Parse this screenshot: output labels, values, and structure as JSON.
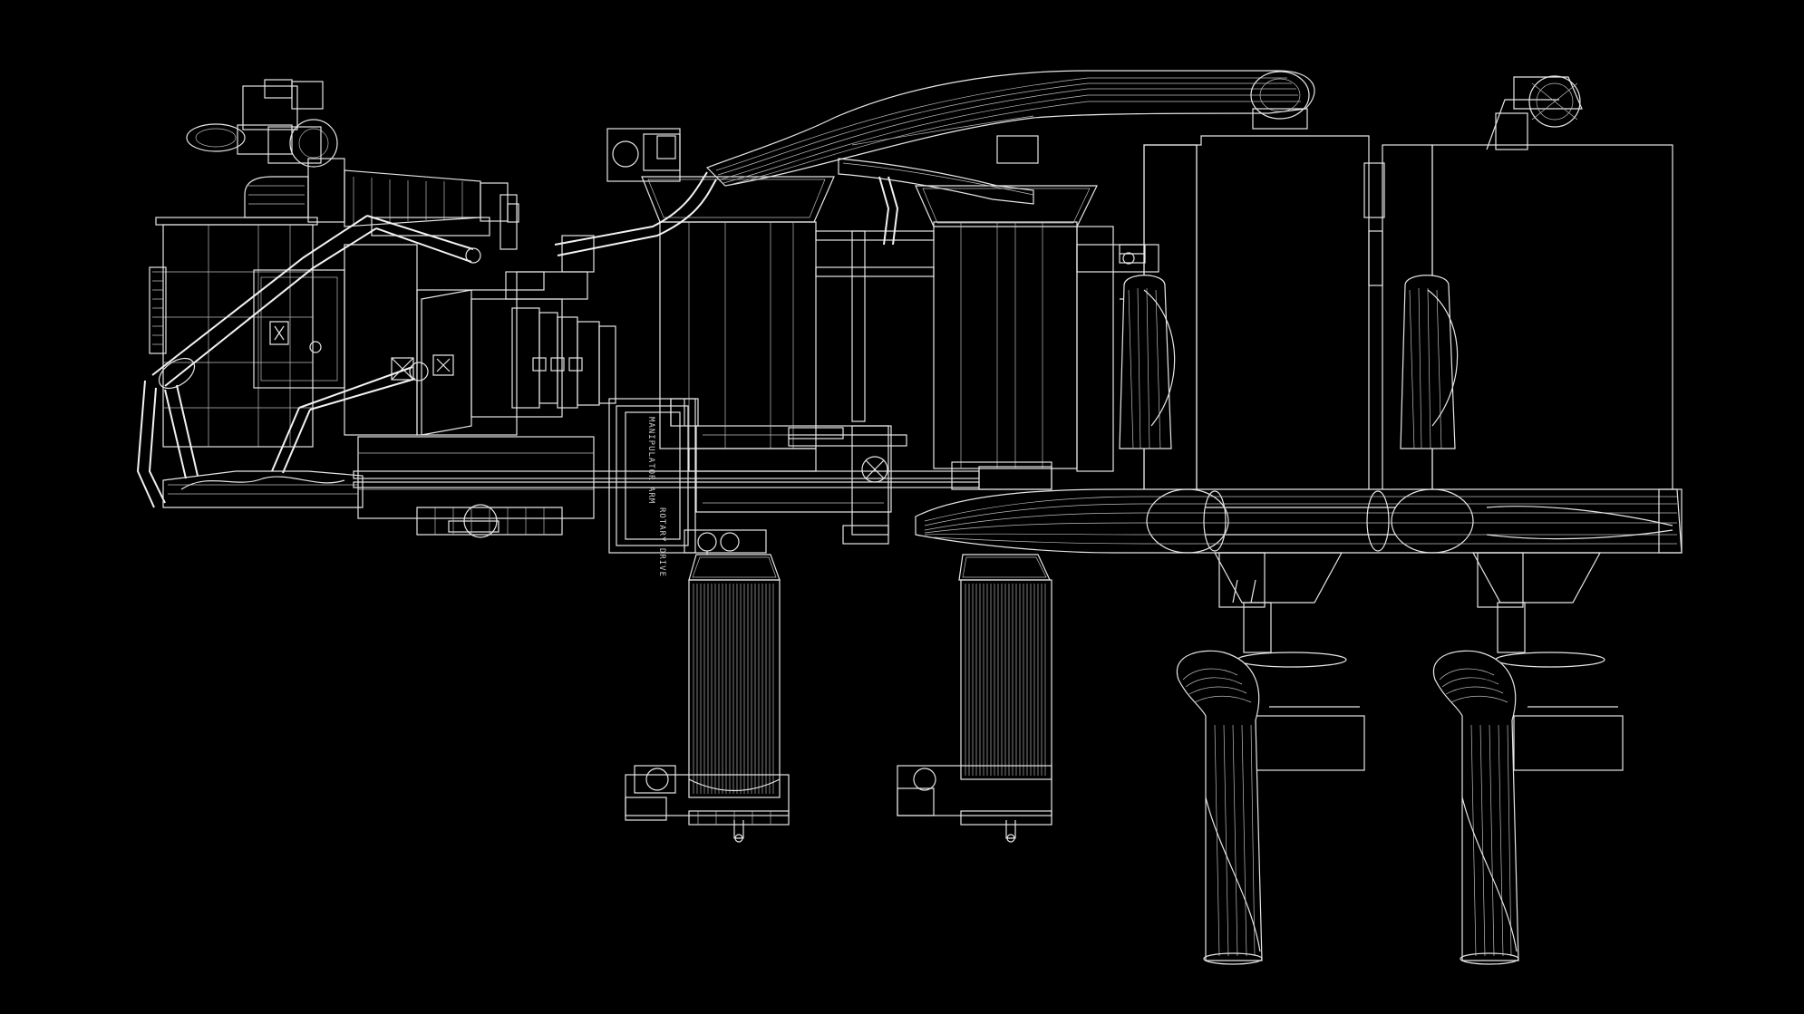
{
  "scene": {
    "background_color": "#000000",
    "line_color": "#e6e6e6",
    "style": "white wireframe on black"
  },
  "labels": {
    "panel_text_1": "MANIPULATOR ARM",
    "panel_text_2": "ROTARY DRIVE"
  }
}
